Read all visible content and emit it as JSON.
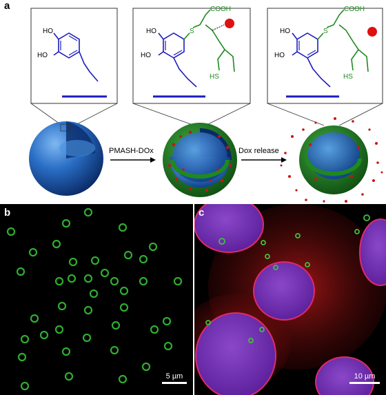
{
  "panels": {
    "a": {
      "label": "a",
      "step1": "PMASH-DOx",
      "step2": "Dox release",
      "chem": {
        "ho": "HO",
        "cooh": "COOH",
        "s": "S",
        "hs": "HS"
      }
    },
    "b": {
      "label": "b",
      "scale": "5 µm"
    },
    "c": {
      "label": "c",
      "scale": "10 µm"
    }
  },
  "colors": {
    "catechol": "#1b1bbf",
    "polymer": "#1e8a1e",
    "dox": "#e01010",
    "sphere": "#1c5fb5"
  }
}
